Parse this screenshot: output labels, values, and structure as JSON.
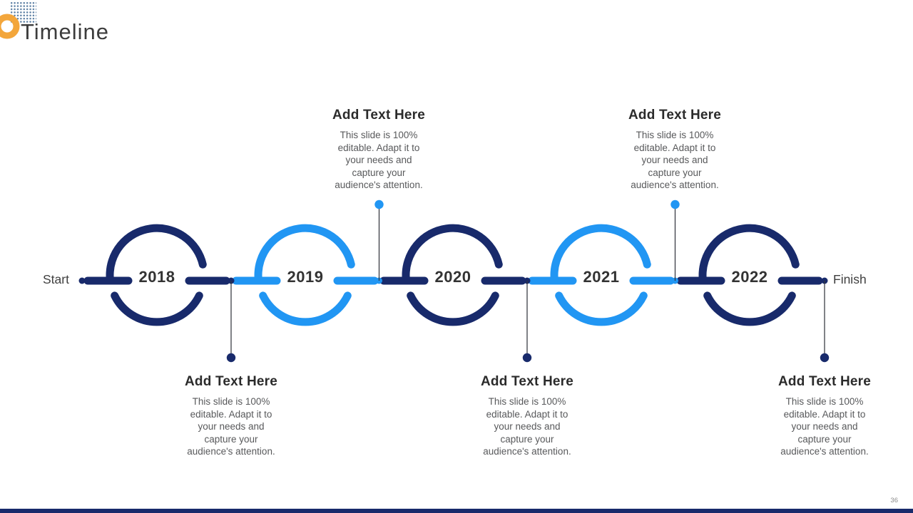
{
  "slide": {
    "title": "Timeline",
    "page_number": "36"
  },
  "colors": {
    "navy": "#182A6B",
    "light_blue": "#2196F3",
    "title_text": "#3C3C3C",
    "heading_text": "#2B2B2B",
    "body_text": "#58595B",
    "connector_line": "#33363F",
    "logo_orange": "#F3A63B",
    "dot_pattern": "#5E81A5"
  },
  "icons": {
    "logo": "orange-ring-icon",
    "pattern": "dot-grid-pattern"
  },
  "timeline": {
    "start_label": "Start",
    "finish_label": "Finish",
    "milestones": [
      {
        "year": "2018",
        "color": "#182A6B"
      },
      {
        "year": "2019",
        "color": "#2196F3"
      },
      {
        "year": "2020",
        "color": "#182A6B"
      },
      {
        "year": "2021",
        "color": "#2196F3"
      },
      {
        "year": "2022",
        "color": "#182A6B"
      }
    ],
    "callouts": [
      {
        "position": "below",
        "heading": "Add Text Here",
        "body_lines": [
          "This slide is 100%",
          "editable. Adapt it to",
          "your needs and",
          "capture your",
          "audience's attention."
        ]
      },
      {
        "position": "above",
        "heading": "Add Text Here",
        "body_lines": [
          "This slide is 100%",
          "editable. Adapt it to",
          "your needs and",
          "capture your",
          "audience's attention."
        ]
      },
      {
        "position": "below",
        "heading": "Add Text Here",
        "body_lines": [
          "This slide is 100%",
          "editable. Adapt it to",
          "your needs and",
          "capture your",
          "audience's attention."
        ]
      },
      {
        "position": "above",
        "heading": "Add Text Here",
        "body_lines": [
          "This slide is 100%",
          "editable. Adapt it to",
          "your needs and",
          "capture your",
          "audience's attention."
        ]
      },
      {
        "position": "below",
        "heading": "Add Text Here",
        "body_lines": [
          "This slide is 100%",
          "editable. Adapt it to",
          "your needs and",
          "capture your",
          "audience's attention."
        ]
      }
    ]
  }
}
